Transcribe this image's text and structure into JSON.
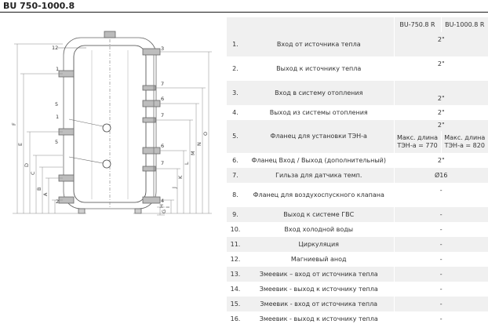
{
  "title": "BU 750-1000.8",
  "diagram": {
    "dim_labels": [
      "A",
      "B",
      "C",
      "D",
      "E",
      "F",
      "G",
      "H",
      "I",
      "J",
      "K",
      "L",
      "M",
      "N",
      "O"
    ],
    "connection_labels": {
      "l1a": "1",
      "l1b": "1",
      "l2": "2",
      "l3": "3",
      "l4": "4",
      "l5a": "5",
      "l5b": "5",
      "l6a": "6",
      "l6b": "6",
      "l7a": "7",
      "l7b": "7",
      "l7c": "7",
      "l12": "12"
    }
  },
  "table": {
    "headers": [
      "BU-750.8 R",
      "BU-1000.8 R"
    ],
    "rows": [
      {
        "num": "1.",
        "name": "Вход от источника тепла",
        "value": "2\""
      },
      {
        "num": "2.",
        "name": "Выход к источнику тепла",
        "value": "2\""
      },
      {
        "num": "3.",
        "name": "Вход в систему отопления",
        "value": "2\""
      },
      {
        "num": "4.",
        "name": "Выход из системы отопления",
        "value": "2\""
      },
      {
        "num": "5.",
        "name": "Фланец для установки ТЭН-а",
        "value": "2\"",
        "sub1": "Макс. длина ТЭН-а = 770",
        "sub2": "Макс. длина ТЭН-а = 820"
      },
      {
        "num": "6.",
        "name": "Фланец Вход / Выход (дополнительный)",
        "value": "2\""
      },
      {
        "num": "7.",
        "name": "Гильза для датчика темп.",
        "value": "Ø16"
      },
      {
        "num": "8.",
        "name": "Фланец для воздухоспускного клапана",
        "value": "-"
      },
      {
        "num": "9.",
        "name": "Выход к системе ГВС",
        "value": "-"
      },
      {
        "num": "10.",
        "name": "Вход холодной воды",
        "value": "-"
      },
      {
        "num": "11.",
        "name": "Циркуляция",
        "value": "-"
      },
      {
        "num": "12.",
        "name": "Магниевый анод",
        "value": "-"
      },
      {
        "num": "13.",
        "name": "Змеевик – вход от источника тепла",
        "value": "-"
      },
      {
        "num": "14.",
        "name": "Змеевик - выход к источнику тепла",
        "value": "-"
      },
      {
        "num": "15.",
        "name": "Змеевик - вход от источника тепла",
        "value": "-"
      },
      {
        "num": "16.",
        "name": "Змеевик - выход к источнику тепла",
        "value": "-"
      }
    ]
  }
}
